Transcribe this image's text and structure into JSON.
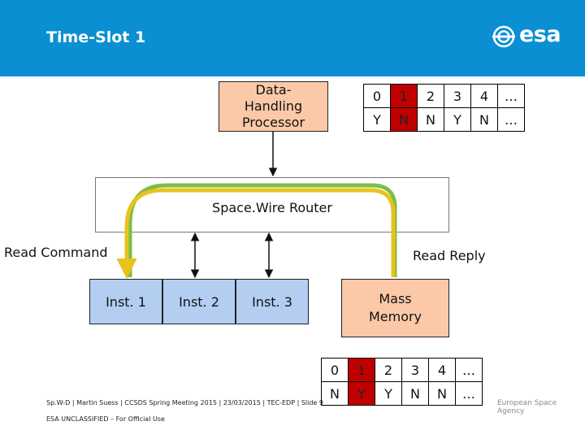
{
  "header": {
    "title": "Time-Slot 1",
    "logo_text": "esa",
    "background_color": "#0b8fd3"
  },
  "diagram": {
    "data_handling_processor": "Data-\nHandling\nProcessor",
    "router": "Space.Wire Router",
    "read_command_label": "Read   Command",
    "read_reply_label": "Read   Reply",
    "instruments": [
      "Inst. 1",
      "Inst. 2",
      "Inst. 3"
    ],
    "mass_memory": "Mass\nMemory",
    "arrow_colors": {
      "command": "#e9c21d",
      "reply": "#7cbe46"
    }
  },
  "top_table": {
    "rows": [
      [
        "0",
        "1",
        "2",
        "3",
        "4",
        "…"
      ],
      [
        "Y",
        "N",
        "N",
        "Y",
        "N",
        "…"
      ]
    ],
    "highlight_column": 1,
    "highlight_color": "#c00000"
  },
  "bottom_table": {
    "rows": [
      [
        "0",
        "1",
        "2",
        "3",
        "4",
        "…"
      ],
      [
        "N",
        "Y",
        "Y",
        "N",
        "N",
        "…"
      ]
    ],
    "highlight_column": 1,
    "highlight_color": "#c00000"
  },
  "footer": {
    "line1": "Sp.W-D | Martin Suess | CCSDS Spring Meeting 2015 | 23/03/2015 | TEC-EDP | Slide 9",
    "line2": "ESA UNCLASSIFIED – For Official Use",
    "right": "European Space Agency"
  }
}
